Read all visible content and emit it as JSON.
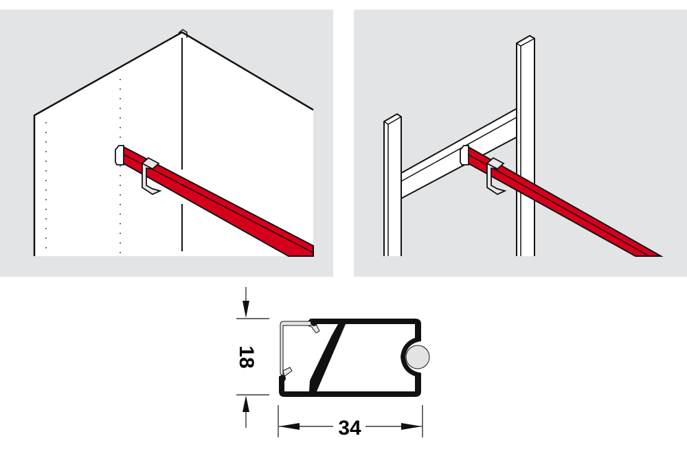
{
  "colors": {
    "panel_bg": "#e3e4e6",
    "line": "#111111",
    "rail_red": "#d6001c",
    "white": "#ffffff",
    "clip_grey": "#e6e6e6"
  },
  "panels": [
    {
      "id": "cabinet-mount",
      "description": "Rail mounted to cabinet side panel with clip"
    },
    {
      "id": "frame-mount",
      "description": "Rail mounted to ladder frame crossbar with clip"
    }
  ],
  "profile": {
    "height_label": "18",
    "width_label": "34"
  }
}
